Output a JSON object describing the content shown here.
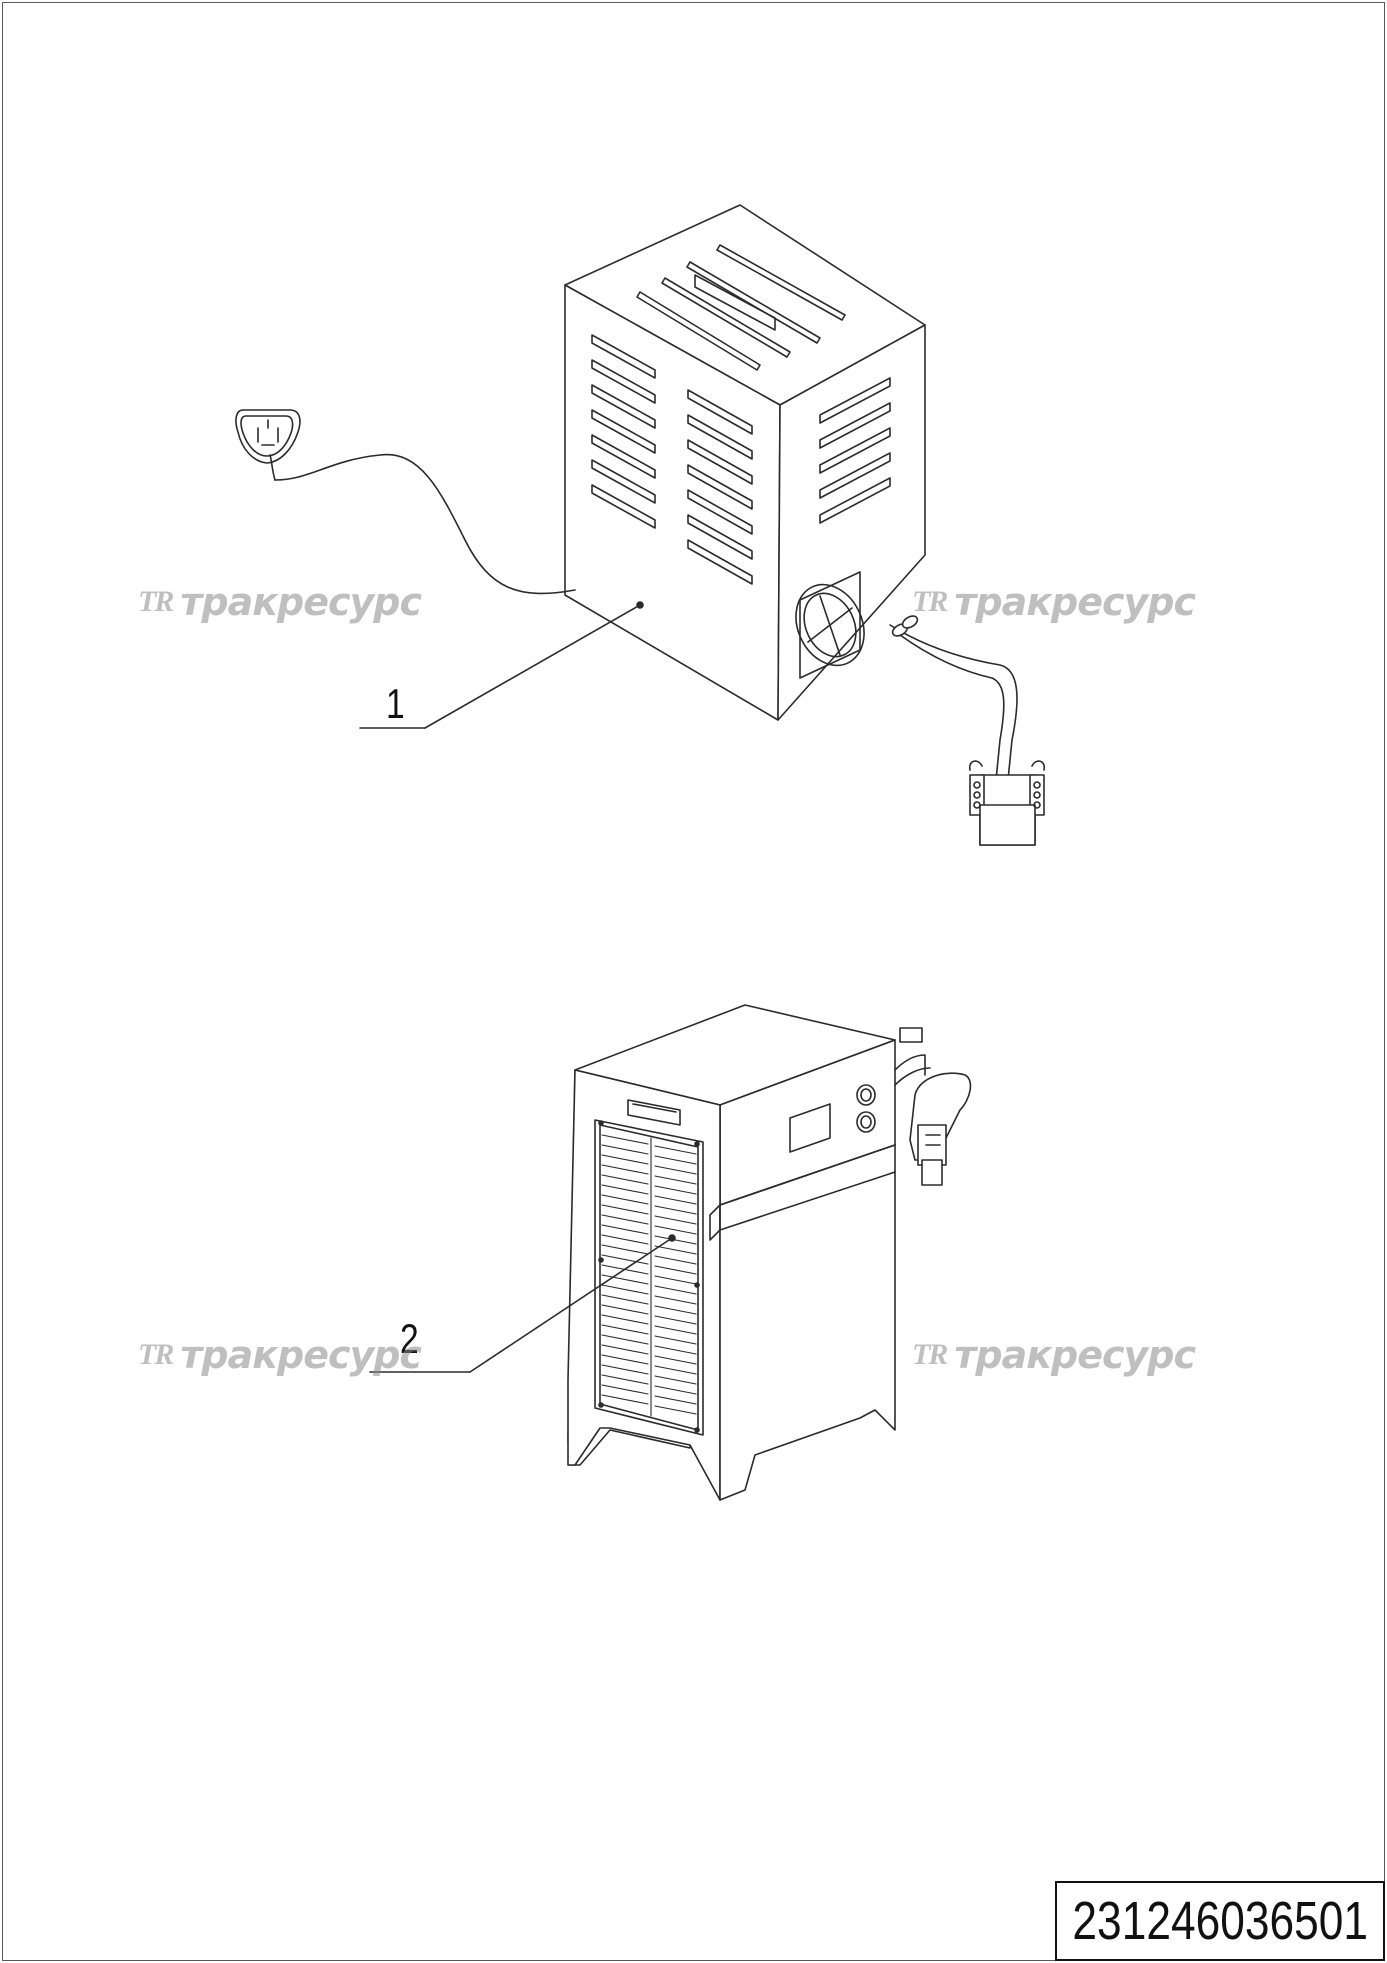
{
  "callouts": {
    "item1": "1",
    "item2": "2"
  },
  "watermark": {
    "logo": "TR",
    "text": "тракресурс"
  },
  "document": {
    "number": "231246036501"
  },
  "colors": {
    "line": "#2b2b2b",
    "watermark": "#8c8c8c",
    "border": "#5a5a5a"
  }
}
